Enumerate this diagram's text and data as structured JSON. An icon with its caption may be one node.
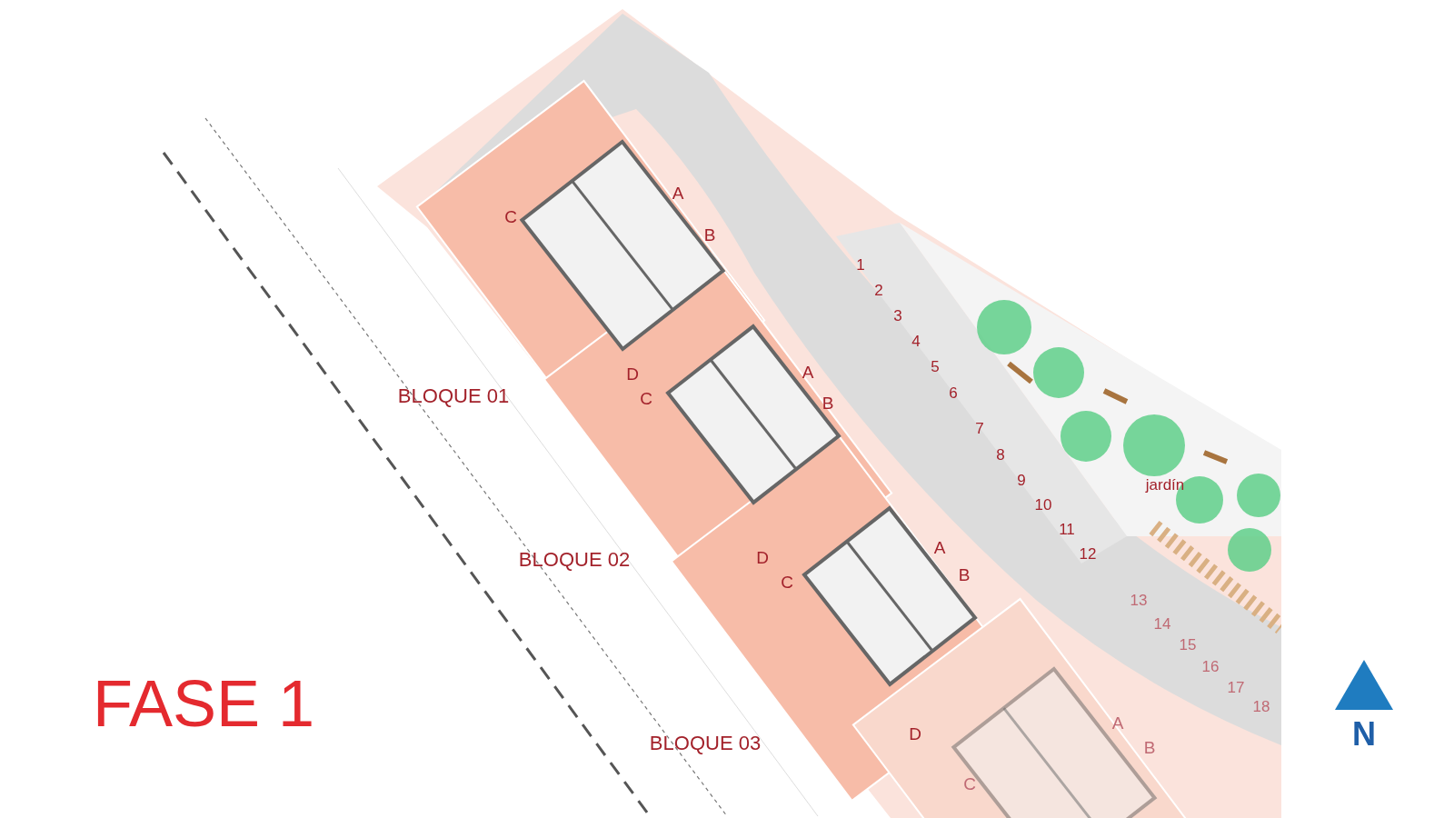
{
  "diagram": {
    "title": "FASE 1",
    "labels": [
      "A",
      "C",
      "B",
      "1",
      "2",
      "3",
      "4",
      "A",
      "D",
      "5",
      "BLOQUE 01",
      "C",
      "6",
      "B",
      "7",
      "8",
      "9",
      "jardín",
      "10",
      "11",
      "A",
      "12",
      "D",
      "BLOQUE 02",
      "B",
      "C",
      "13",
      "14",
      "15",
      "16",
      "17",
      "18",
      "A",
      "D",
      "BLOQUE 03",
      "B",
      "C",
      "N"
    ]
  }
}
